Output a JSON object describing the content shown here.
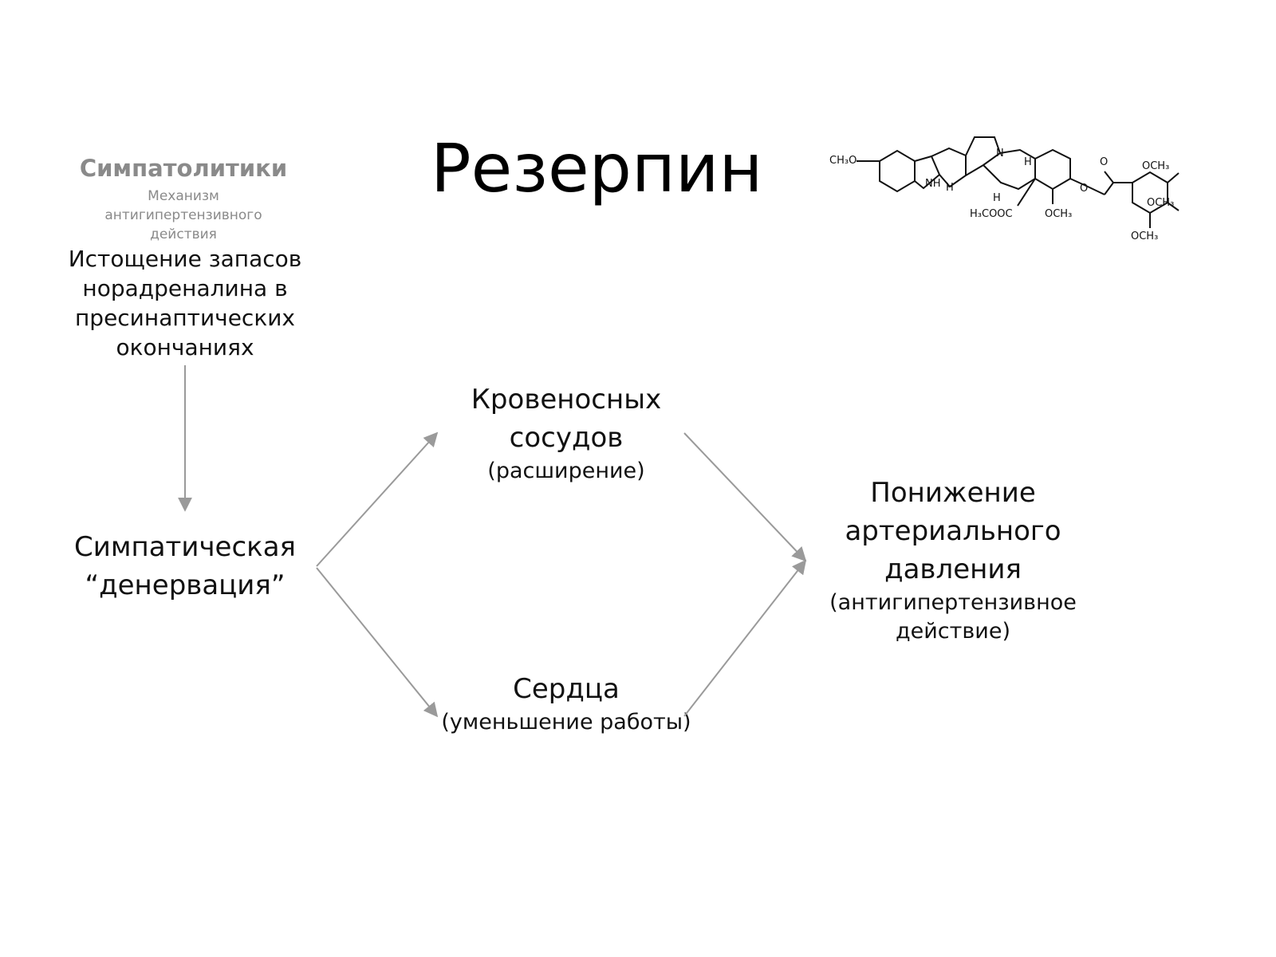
{
  "slide": {
    "category": "Симпатолитики",
    "subtitle": "Механизм антигипертензивного действия",
    "title": "Резерпин",
    "mechanism": "Истощение запасов норадреналина в пресинаптических окончаниях"
  },
  "diagram": {
    "denervation": "Симпатическая “денервация”",
    "vessels": {
      "main": "Кровеносных сосудов",
      "note": "(расширение)"
    },
    "heart": {
      "main": "Сердца",
      "note": "(уменьшение работы)"
    },
    "pressure": {
      "main": "Понижение артериального давления",
      "note": "(антигипертензивное действие)"
    }
  },
  "molecule": {
    "labels": {
      "methoxy_left": "CH₃O",
      "nh": "NH",
      "h1": "H",
      "h2": "H",
      "h3": "H",
      "n": "N",
      "ester": "H₃COOC",
      "och3_bottom": "OCH₃",
      "carbonyl_o": "O",
      "ring_o": "O",
      "och3_a": "OCH₃",
      "och3_b": "OCH₃",
      "och3_c": "OCH₃"
    }
  },
  "colors": {
    "text": "#111111",
    "muted": "#8a8a8a",
    "arrow": "#9a9a9a"
  }
}
